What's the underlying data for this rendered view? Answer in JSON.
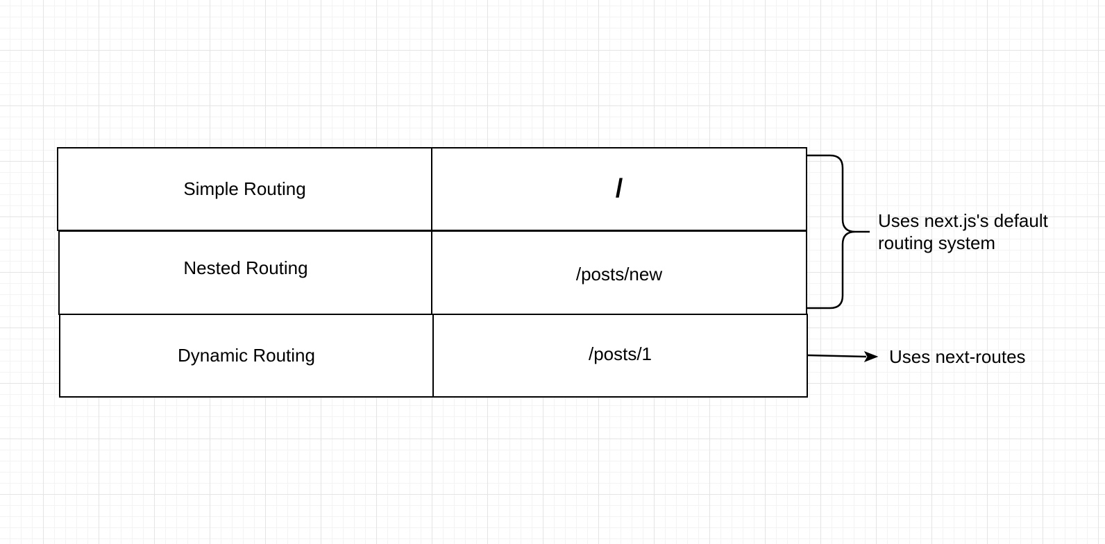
{
  "diagram": {
    "rows": [
      {
        "name": "Simple Routing",
        "path": "/"
      },
      {
        "name": "Nested Routing",
        "path": "/posts/new"
      },
      {
        "name": "Dynamic Routing",
        "path": "/posts/1"
      }
    ],
    "annotations": {
      "default_routing": "Uses next.js's default routing system",
      "next_routes": "Uses next-routes"
    }
  },
  "icons": {
    "brace": "curly-brace-right",
    "arrow": "arrow-right"
  },
  "colors": {
    "stroke": "#000000",
    "background": "#ffffff",
    "grid": "#e4e4e4"
  }
}
